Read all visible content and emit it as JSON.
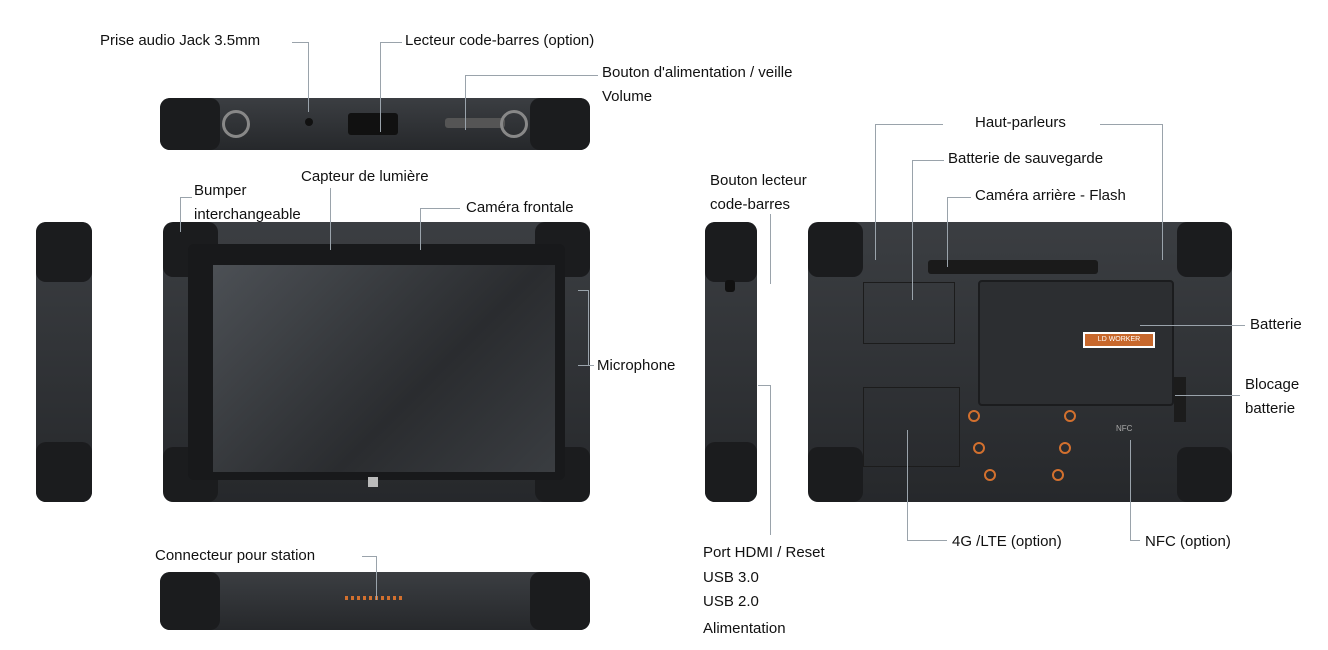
{
  "labels": {
    "audio_jack": "Prise audio Jack 3.5mm",
    "barcode_reader": "Lecteur code-barres (option)",
    "power_button": "Bouton d'alimentation / veille",
    "volume": "Volume",
    "bumper_1": "Bumper",
    "bumper_2": "interchangeable",
    "light_sensor": "Capteur de lumière",
    "front_camera": "Caméra frontale",
    "microphone": "Microphone",
    "dock_connector": "Connecteur pour station",
    "barcode_button_1": "Bouton lecteur",
    "barcode_button_2": "code-barres",
    "ports": [
      "Port HDMI / Reset",
      "USB 3.0",
      "USB 2.0",
      "Alimentation"
    ],
    "speakers": "Haut-parleurs",
    "backup_battery": "Batterie de sauvegarde",
    "rear_camera": "Caméra arrière - Flash",
    "battery": "Batterie",
    "battery_lock_1": "Blocage",
    "battery_lock_2": "batterie",
    "lte": "4G /LTE (option)",
    "nfc": "NFC (option)",
    "nfc_mark": "NFC"
  },
  "logo": {
    "text": "LD WORKER",
    "color": "#c8682c"
  },
  "colors": {
    "accent": "#d2702e"
  }
}
